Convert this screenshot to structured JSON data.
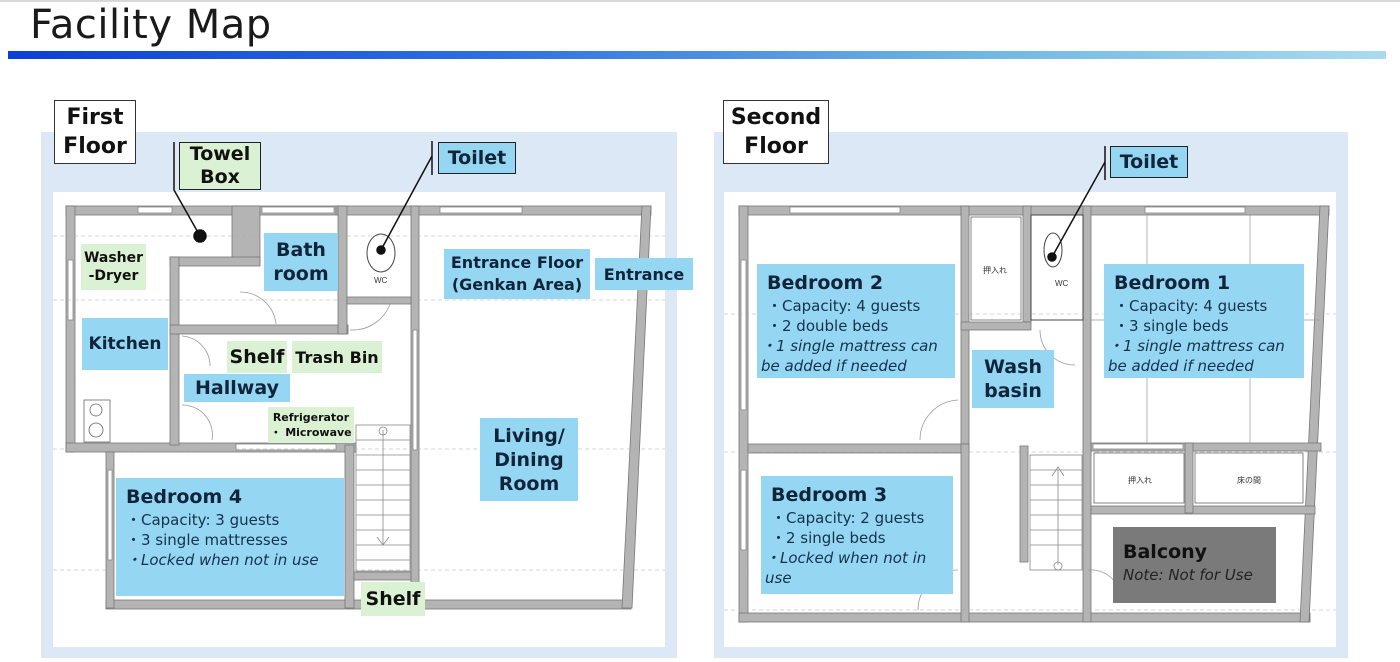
{
  "page": {
    "title": "Facility Map"
  },
  "first_floor": {
    "label": "First\nFloor",
    "label_lines": [
      "First",
      "Floor"
    ],
    "callouts": {
      "towel_box": [
        "Towel",
        "Box"
      ],
      "toilet": "Toilet"
    },
    "tags": {
      "washer_dryer": [
        "Washer",
        "-Dryer"
      ],
      "bathroom": [
        "Bath",
        "room"
      ],
      "entrance_floor": [
        "Entrance Floor",
        "(Genkan Area)"
      ],
      "entrance": "Entrance",
      "kitchen": "Kitchen",
      "shelf_hall": "Shelf",
      "trash_bin": "Trash Bin",
      "hallway": "Hallway",
      "refrigerator": [
        "Refrigerator",
        "・ Microwave"
      ],
      "living_dining": [
        "Living/",
        "Dining",
        "Room"
      ],
      "shelf_stairs": "Shelf"
    },
    "bedroom4": {
      "title": "Bedroom 4",
      "items": [
        "・Capacity: 3 guests",
        "・3 single mattresses"
      ],
      "note": "・Locked when not in use"
    },
    "fixture_labels": {
      "wc": "WC"
    }
  },
  "second_floor": {
    "label_lines": [
      "Second",
      "Floor"
    ],
    "callouts": {
      "toilet": "Toilet"
    },
    "bedroom2": {
      "title": "Bedroom 2",
      "items": [
        "・Capacity: 4 guests",
        "・2 double beds"
      ],
      "note": "・1 single mattress can be added if needed"
    },
    "bedroom1": {
      "title": "Bedroom 1",
      "items": [
        "・Capacity: 4 guests",
        "・3 single beds"
      ],
      "note": "・1 single mattress can be added if needed"
    },
    "bedroom3": {
      "title": "Bedroom 3",
      "items": [
        "・Capacity: 2 guests",
        "・2 single beds"
      ],
      "note": "・Locked when not in use"
    },
    "wash_basin": [
      "Wash",
      "basin"
    ],
    "balcony": {
      "title": "Balcony",
      "note": "Note: Not for Use"
    },
    "fixture_labels": {
      "closet": "押入れ",
      "tokonoma": "床の間",
      "wc": "WC"
    }
  },
  "colors": {
    "title_bar_start": "#0c3fd6",
    "title_bar_end": "#a9dbef",
    "panel_bg": "#dde8f6",
    "room_tag_blue": "#95d6f3",
    "item_tag_green": "#dbf1d4",
    "balcony_gray": "#7a7a7a",
    "wall_gray": "#b4b4b4"
  }
}
